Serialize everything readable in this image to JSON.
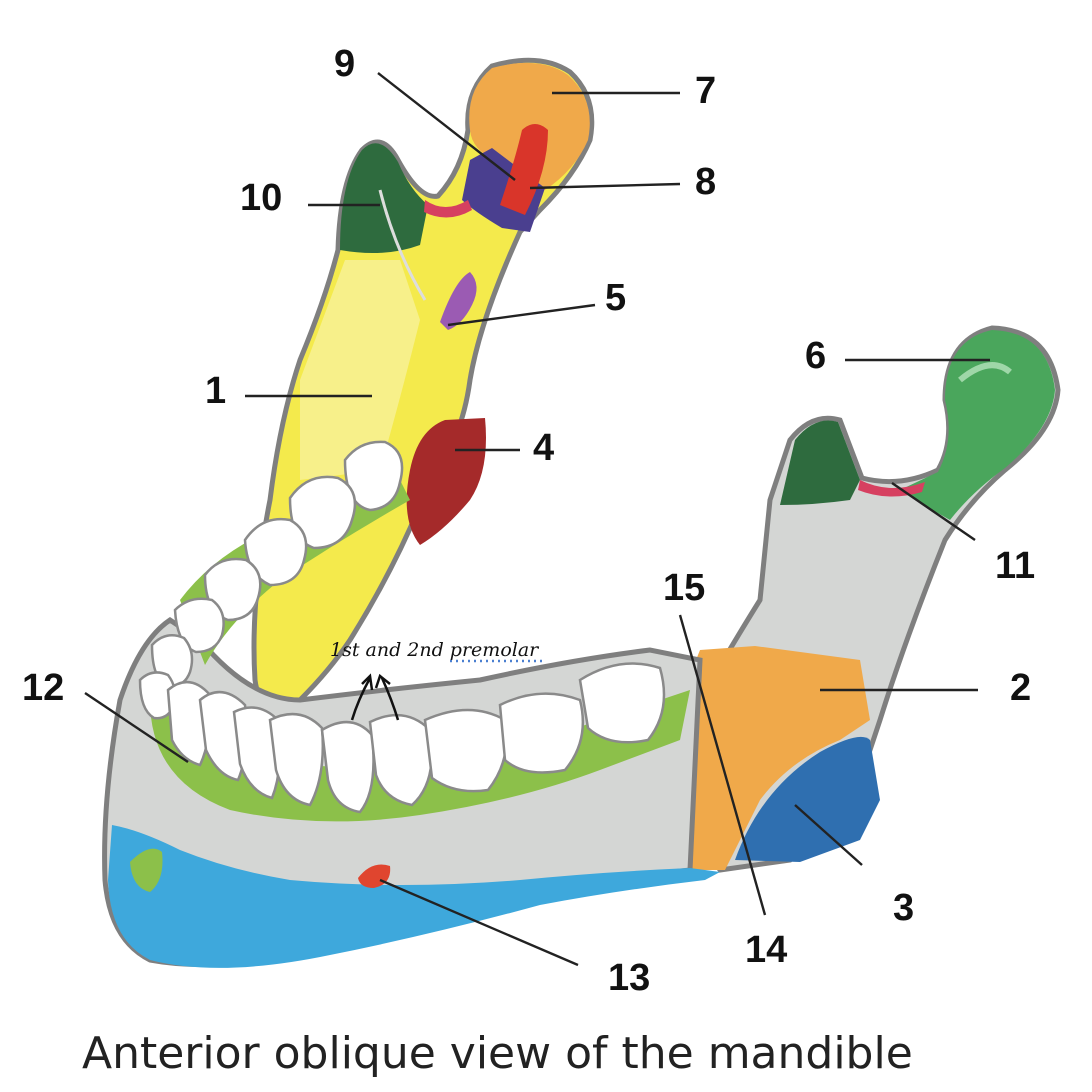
{
  "caption": "Anterior oblique view of the mandible",
  "annotation": "1st and 2nd premolar",
  "labels": {
    "l1": "1",
    "l2": "2",
    "l3": "3",
    "l4": "4",
    "l5": "5",
    "l6": "6",
    "l7": "7",
    "l8": "8",
    "l9": "9",
    "l10": "10",
    "l11": "11",
    "l12": "12",
    "l13": "13",
    "l14": "14",
    "l15": "15"
  },
  "colors": {
    "ramus_near": "#f4ea4c",
    "condyle": "#f0a94a",
    "coronoid": "#2e6b3e",
    "neck_band": "#4a3f8f",
    "pterygoid_fovea": "#d9352a",
    "lingula": "#9b5bb3",
    "alveolar_region": "#a52a2a",
    "far_condyle": "#4aa65c",
    "body": "#d4d6d4",
    "alveolar_bone": "#8cc04a",
    "base": "#3ea8dc",
    "angle_lower": "#2f6fb0",
    "mental_foramen": "#e0452f"
  }
}
